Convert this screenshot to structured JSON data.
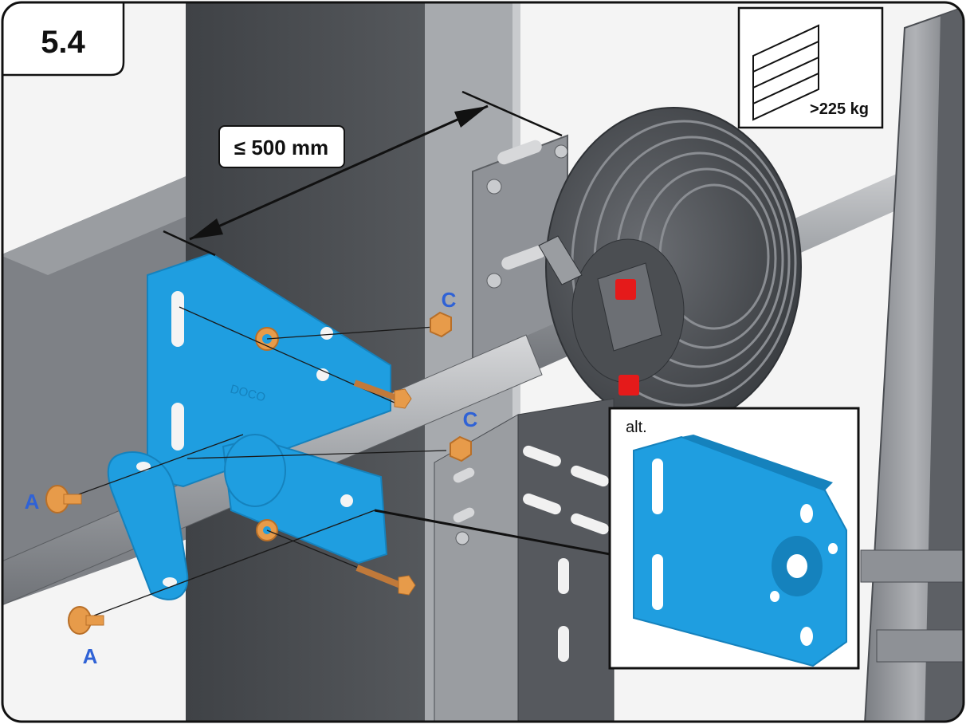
{
  "step": {
    "number": "5.4"
  },
  "dimension": {
    "label": "≤ 500 mm"
  },
  "door_weight": {
    "label": ">225 kg"
  },
  "part_labels": {
    "a": "A",
    "c": "C"
  },
  "inset": {
    "label": "alt."
  },
  "bracket_text": "DOCO",
  "colors": {
    "bracket": "#1f9ee0",
    "bracket_dark": "#1582bd",
    "fastener": "#e79b4a",
    "label": "#2f62d6",
    "steel_dark": "#4a4d52",
    "steel": "#8e9196",
    "steel_light": "#c4c6c9",
    "drum": "#55585d",
    "cap": "#e51a1a"
  }
}
